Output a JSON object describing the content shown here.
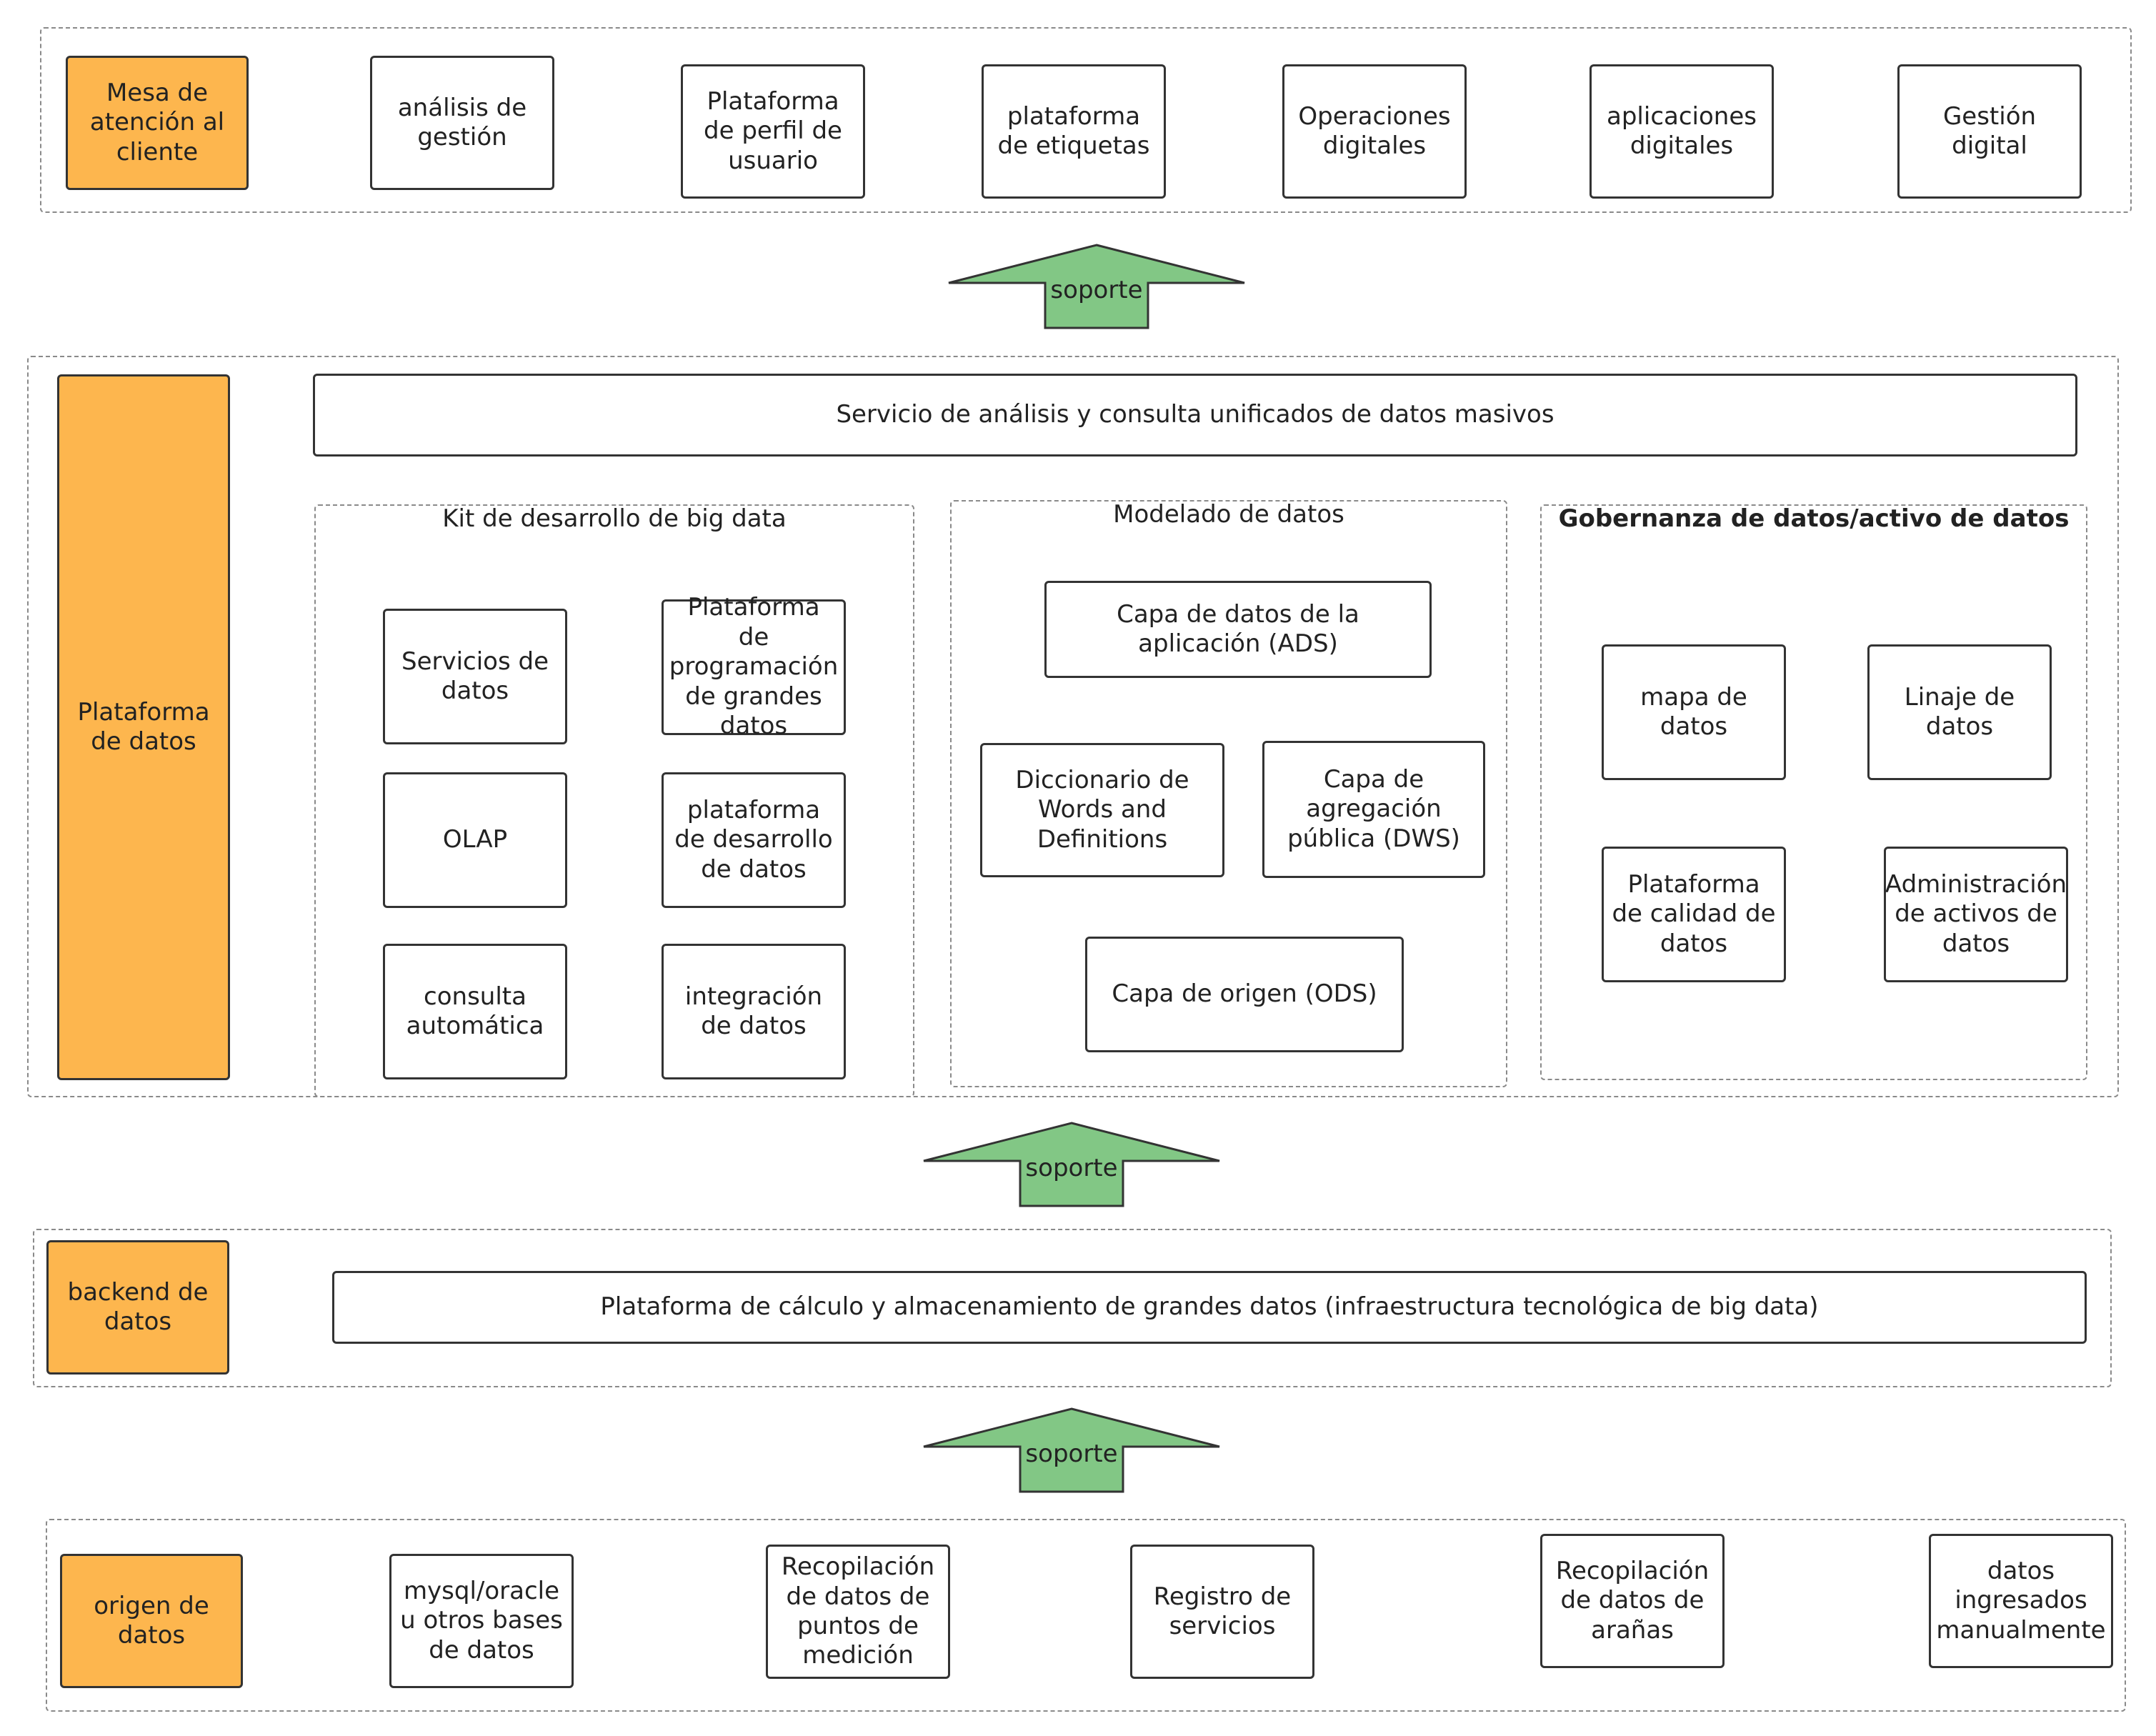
{
  "colors": {
    "layer_label": "#fdb64e",
    "arrow": "#82c785",
    "border": "#333333"
  },
  "top": {
    "label": "Mesa de atención al cliente",
    "items": [
      "análisis de gestión",
      "Plataforma de perfil de usuario",
      "plataforma de etiquetas",
      "Operaciones digitales",
      "aplicaciones digitales",
      "Gestión digital"
    ]
  },
  "arrows": [
    "soporte",
    "soporte",
    "soporte"
  ],
  "platform": {
    "label": "Plataforma de datos",
    "service_bar": "Servicio de análisis y consulta unificados de datos masivos",
    "kit": {
      "title": "Kit de desarrollo de big data",
      "items": [
        "Servicios de datos",
        "Plataforma de programación de grandes datos",
        "OLAP",
        "plataforma de desarrollo de datos",
        "consulta automática",
        "integración de datos"
      ]
    },
    "modeling": {
      "title": "Modelado de datos",
      "ads": "Capa de datos de la aplicación (ADS)",
      "dictionary": "Diccionario de Words and Definitions",
      "dws": "Capa de agregación pública (DWS)",
      "ods": "Capa de origen (ODS)"
    },
    "governance": {
      "title": "Gobernanza de datos/activo de datos",
      "items": [
        "mapa de datos",
        "Linaje de datos",
        "Plataforma de calidad de datos",
        "Administración de activos de datos"
      ]
    }
  },
  "backend": {
    "label": "backend de datos",
    "bar": "Plataforma de cálculo y almacenamiento de grandes datos (infraestructura tecnológica de big data)"
  },
  "sources": {
    "label": "origen de datos",
    "items": [
      "mysql/oracle u otros bases de datos",
      "Recopilación de datos de puntos de medición",
      "Registro de servicios",
      "Recopilación de datos de arañas",
      "datos ingresados manualmente"
    ]
  }
}
